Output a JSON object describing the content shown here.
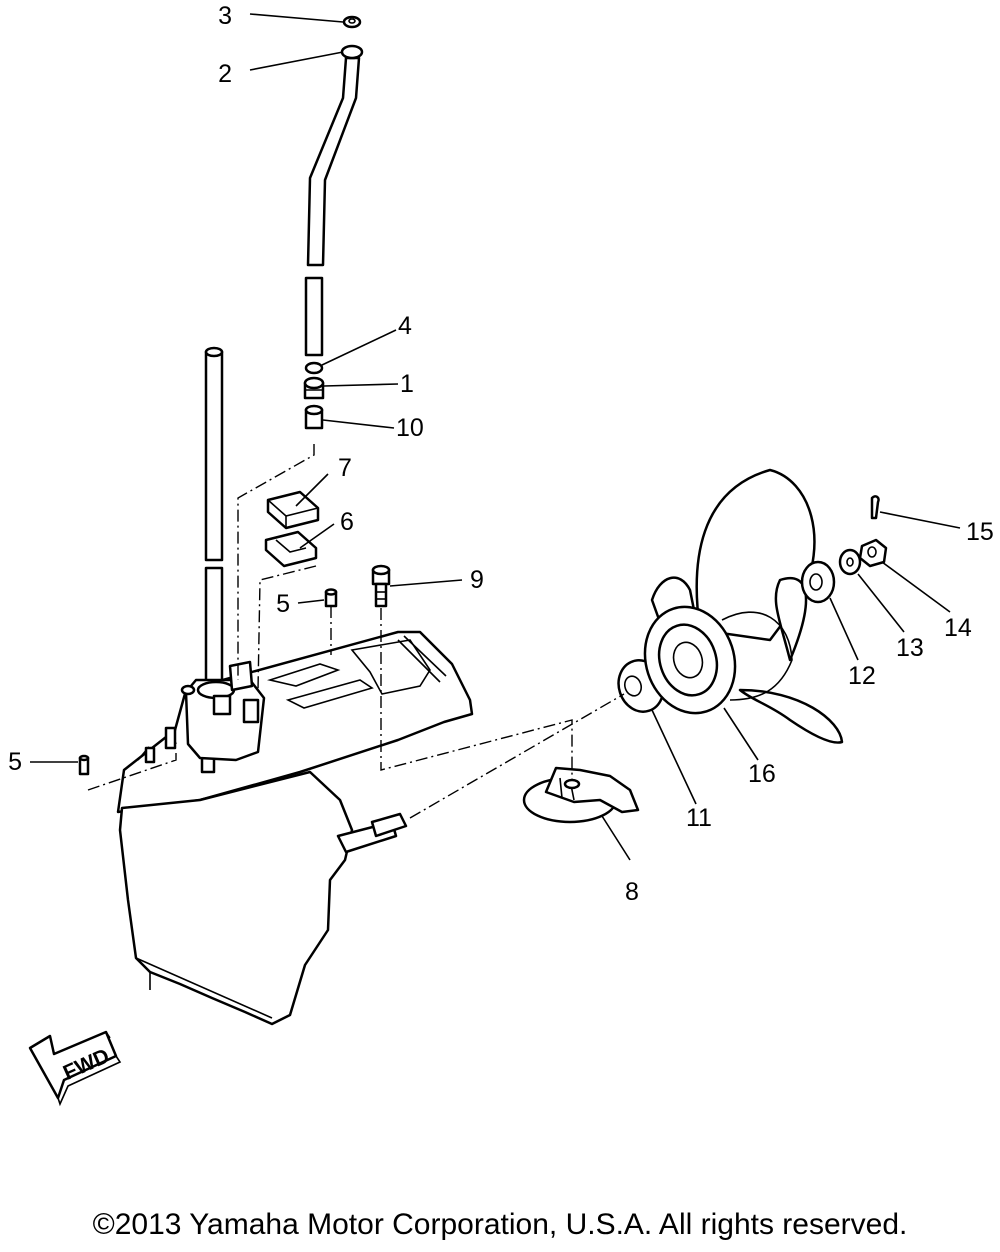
{
  "callouts": {
    "n1": "1",
    "n2": "2",
    "n3": "3",
    "n4": "4",
    "n5a": "5",
    "n5b": "5",
    "n6": "6",
    "n7": "7",
    "n8": "8",
    "n9": "9",
    "n10": "10",
    "n11": "11",
    "n12": "12",
    "n13": "13",
    "n14": "14",
    "n15": "15",
    "n16": "16"
  },
  "fwd_label": "FWD",
  "copyright": "©2013 Yamaha Motor Corporation, U.S.A. All rights reserved."
}
